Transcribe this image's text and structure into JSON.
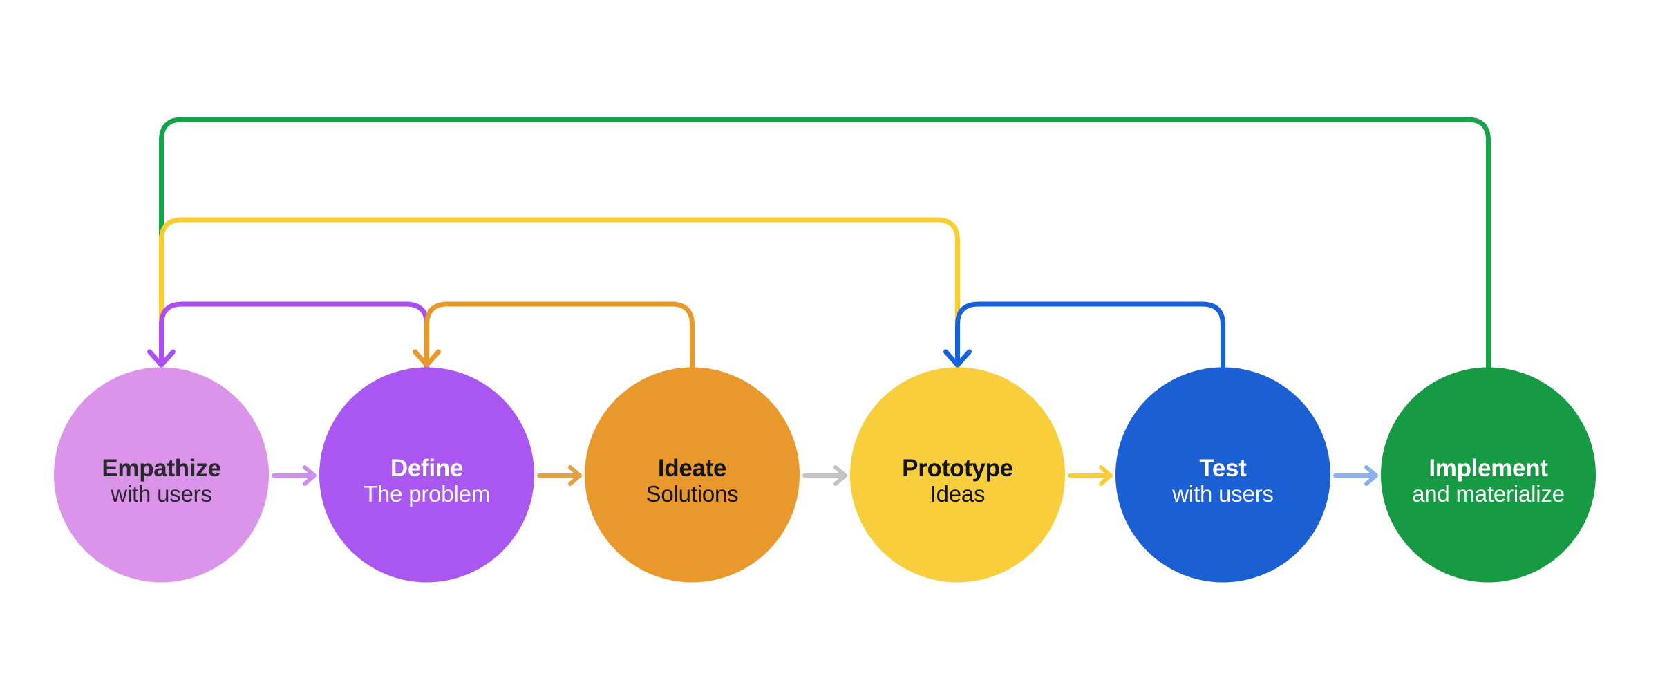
{
  "canvas": {
    "background": "#FFFFFF"
  },
  "stages": [
    {
      "id": "empathize",
      "title": "Empathize",
      "subtitle": "with users",
      "fill": "#DC94EA",
      "text_color": "#29282E"
    },
    {
      "id": "define",
      "title": "Define",
      "subtitle": "The problem",
      "fill": "#A957F0",
      "text_color": "#FFFFFF"
    },
    {
      "id": "ideate",
      "title": "Ideate",
      "subtitle": "Solutions",
      "fill": "#E9992B",
      "text_color": "#141316"
    },
    {
      "id": "prototype",
      "title": "Prototype",
      "subtitle": "Ideas",
      "fill": "#F8CE3C",
      "text_color": "#141316"
    },
    {
      "id": "test",
      "title": "Test",
      "subtitle": "with users",
      "fill": "#1A5FD4",
      "text_color": "#FFFFFF"
    },
    {
      "id": "implement",
      "title": "Implement",
      "subtitle": "and materialize",
      "fill": "#179A44",
      "text_color": "#FFFFFF"
    }
  ],
  "flow_arrows": [
    {
      "from": "empathize",
      "to": "define",
      "color": "#CE8FF2"
    },
    {
      "from": "define",
      "to": "ideate",
      "color": "#E5A041"
    },
    {
      "from": "ideate",
      "to": "prototype",
      "color": "#C4C4C6"
    },
    {
      "from": "prototype",
      "to": "test",
      "color": "#F9CD33"
    },
    {
      "from": "test",
      "to": "implement",
      "color": "#8AAFF2"
    }
  ],
  "feedback_loops": [
    {
      "from": "implement",
      "to": "empathize",
      "color": "#15A348",
      "level": "top",
      "has_arrowhead": false
    },
    {
      "from": "prototype",
      "to": "empathize",
      "color": "#FBCD30",
      "level": "middle",
      "has_arrowhead": false
    },
    {
      "from": "define",
      "to": "empathize",
      "color": "#AD4DF2",
      "level": "low",
      "has_arrowhead": true
    },
    {
      "from": "ideate",
      "to": "define",
      "color": "#E9992B",
      "level": "low",
      "has_arrowhead": true
    },
    {
      "from": "test",
      "to": "prototype",
      "color": "#1562DC",
      "level": "low",
      "has_arrowhead": true
    }
  ]
}
